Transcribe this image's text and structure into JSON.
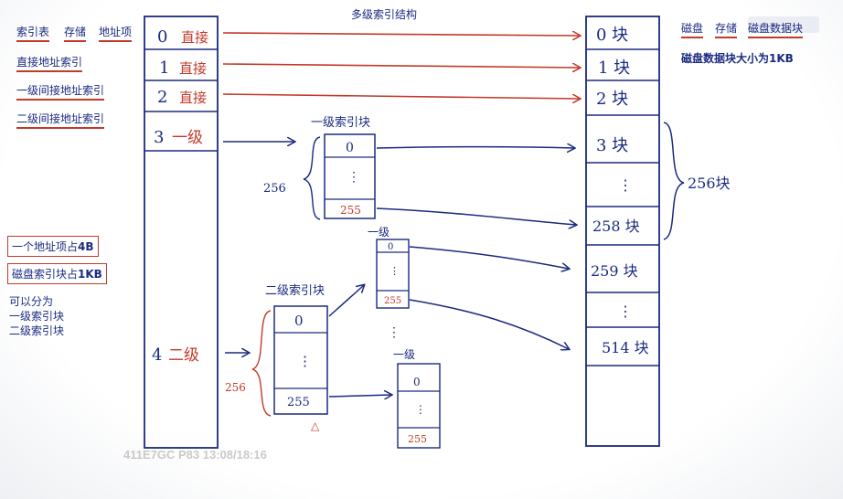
{
  "title": "多级索引结构",
  "left_notes": {
    "header": [
      "索引表",
      "存储",
      "地址项"
    ],
    "items": [
      "直接地址索引",
      "一级间接地址索引",
      "二级间接地址索引"
    ],
    "facts": [
      {
        "text": "一个地址项占",
        "value": "4B"
      },
      {
        "text": "磁盘索引块占",
        "value": "1KB"
      }
    ],
    "divide_lines": [
      "可以分为",
      "一级索引块",
      "二级索引块"
    ]
  },
  "right_notes": {
    "header": [
      "磁盘",
      "存储",
      "磁盘数据块"
    ],
    "block_size": "磁盘数据块大小为1KB"
  },
  "index_table": {
    "rows": [
      {
        "num": "0",
        "label": "直接"
      },
      {
        "num": "1",
        "label": "直接"
      },
      {
        "num": "2",
        "label": "直接"
      },
      {
        "num": "3",
        "label": "一级"
      },
      {
        "num": "4",
        "label": "二级"
      }
    ]
  },
  "index_blocks": {
    "level1_label": "一级索引块",
    "level2_label": "二级索引块",
    "sub_level1_label": "一级",
    "first_entry": "0",
    "dots": "⋮",
    "last_entry": "255",
    "count_label": "256"
  },
  "disk": {
    "blocks": [
      "0 块",
      "1 块",
      "2 块",
      "3 块",
      "⋮",
      "258 块",
      "259 块",
      "⋮",
      "514 块"
    ],
    "brace_label": "256块"
  },
  "marker": "△",
  "watermark": "411E7GC P83 13:08/18:16"
}
